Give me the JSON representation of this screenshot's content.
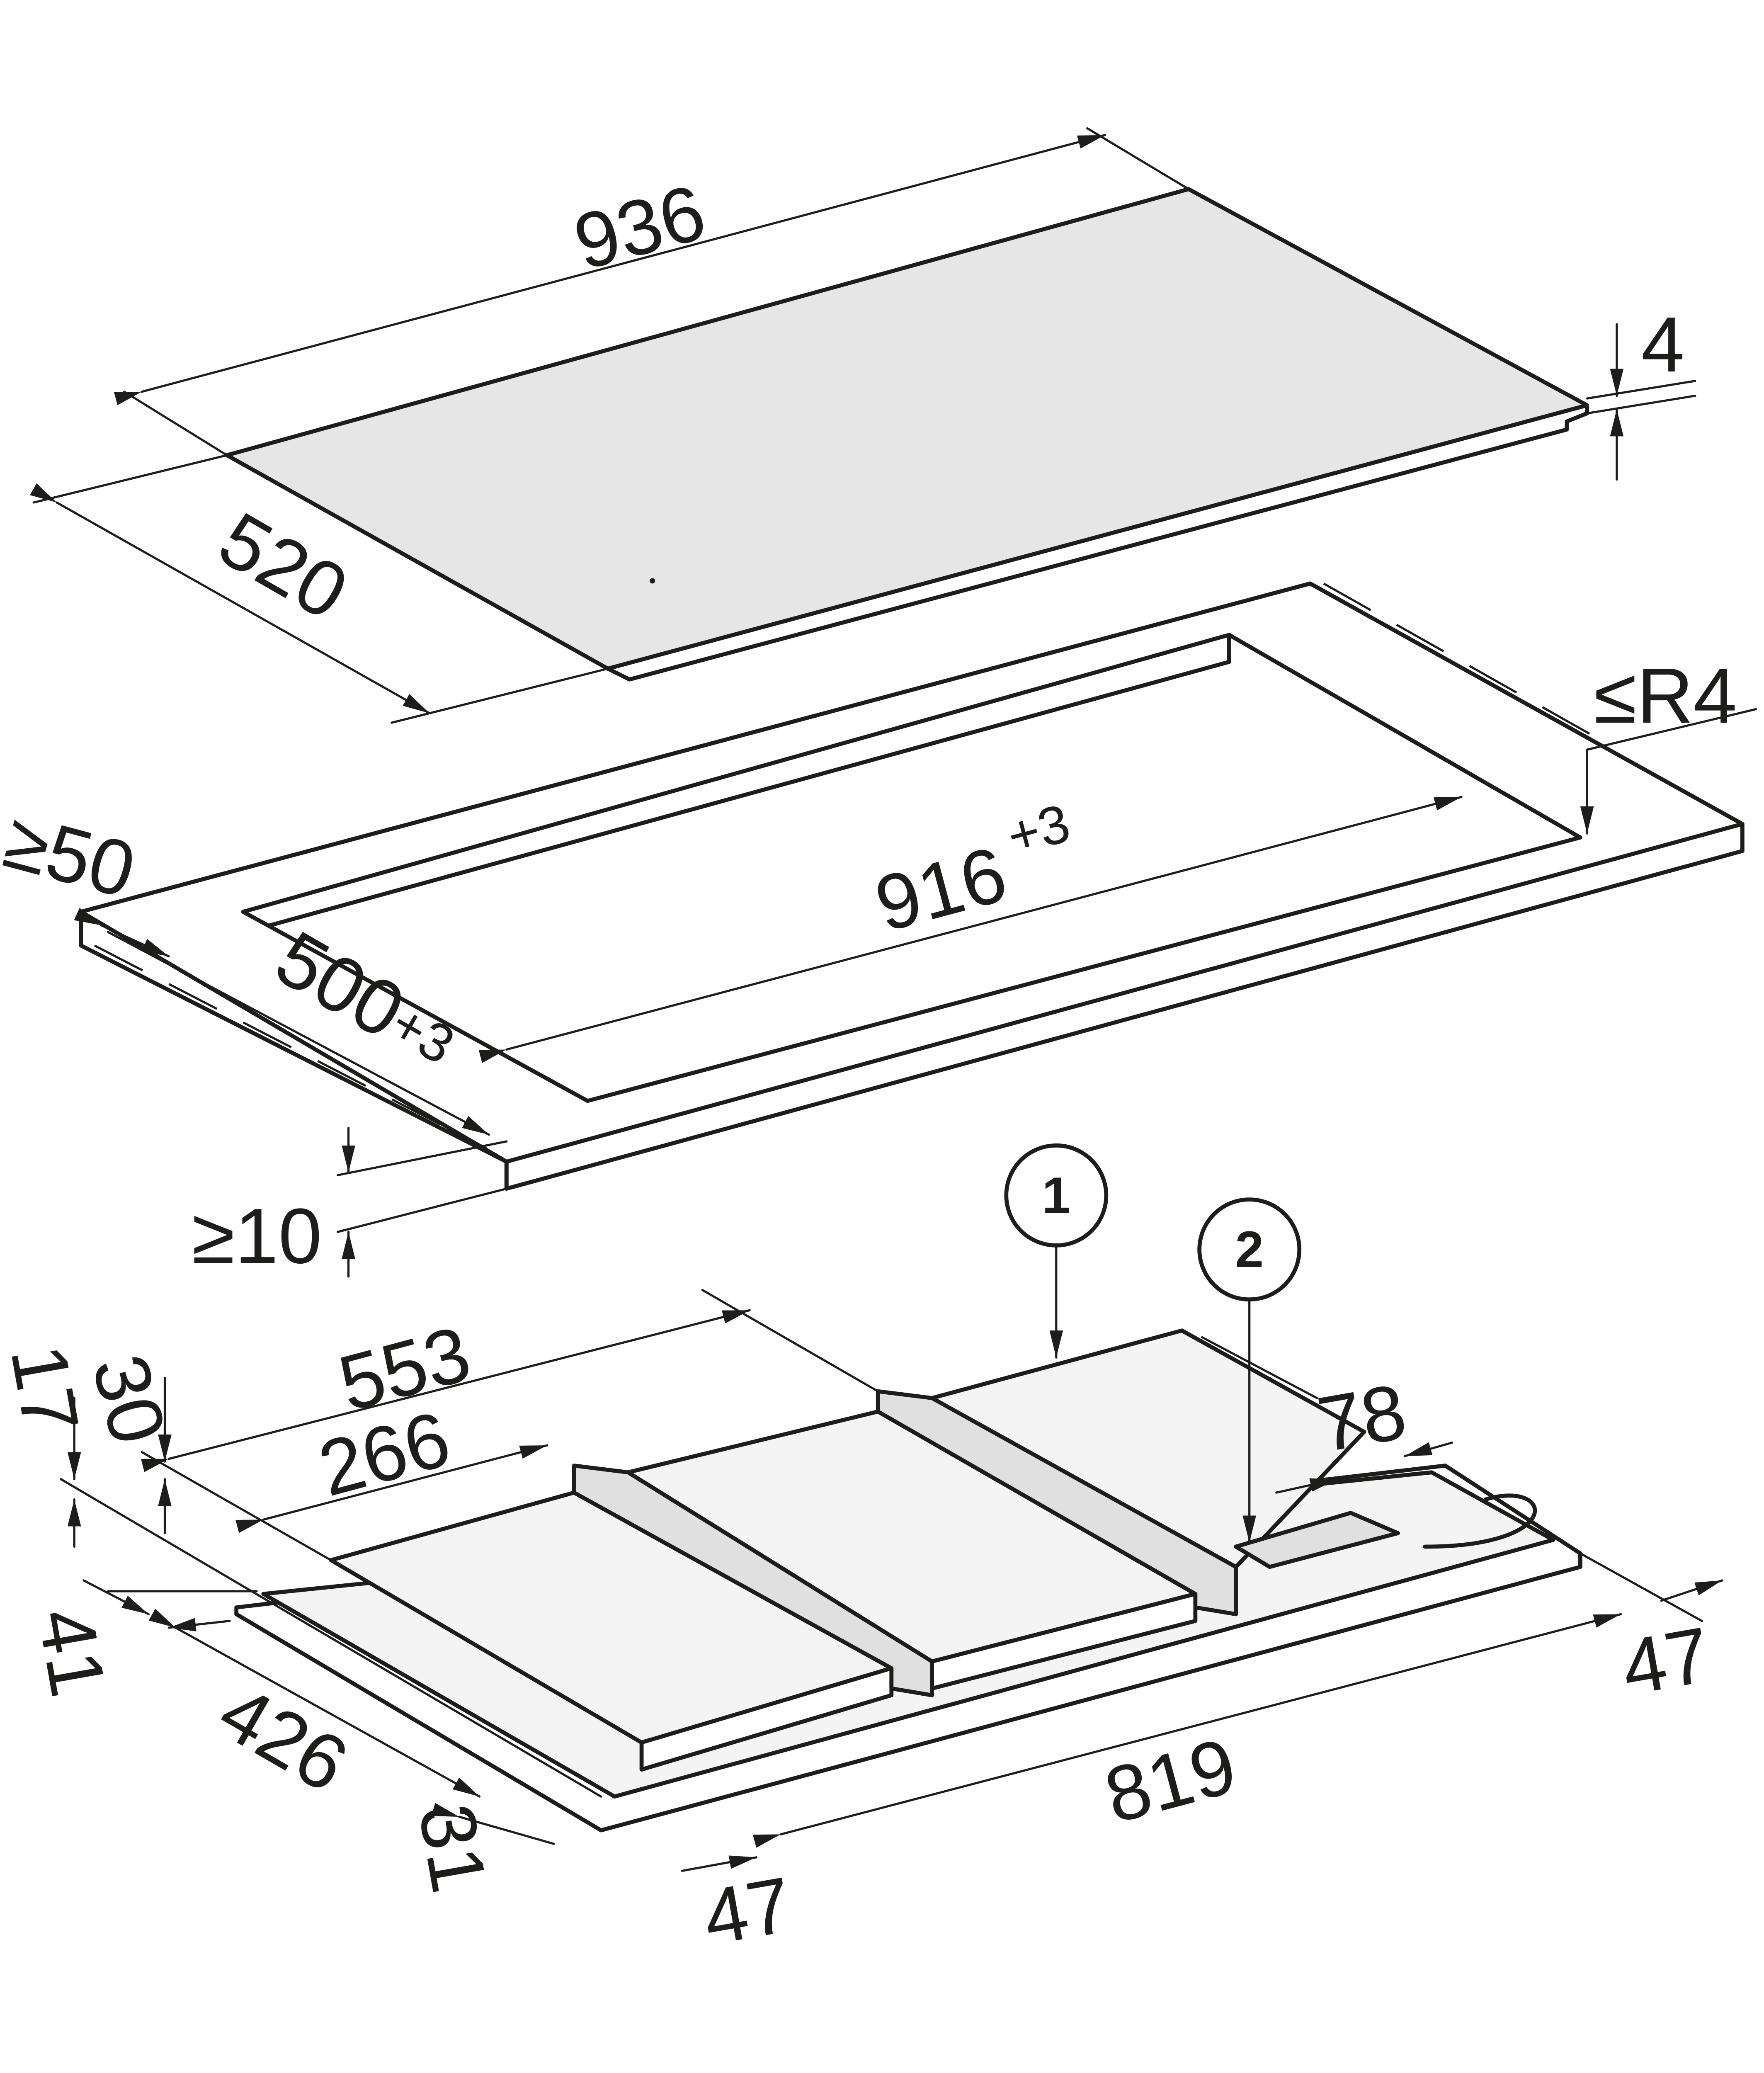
{
  "colors": {
    "line": "#1d1d1b",
    "glass": "#e6e6e6",
    "surface": "#f4f4f4",
    "shade": "#e0e0e0"
  },
  "glass_top": {
    "width": "936",
    "depth": "520",
    "thickness": "4"
  },
  "cutout": {
    "width": "916",
    "width_tol": "+3",
    "depth": "500",
    "depth_tol": "+3",
    "edge_min": "≥50",
    "radius": "≤R4",
    "front_min": "≥10"
  },
  "underside": {
    "d553": "553",
    "d266": "266",
    "d30": "30",
    "d17": "17",
    "d41": "41",
    "d426": "426",
    "d31": "31",
    "d47_front": "47",
    "d819": "819",
    "d47_right": "47",
    "d78": "78"
  },
  "callouts": [
    "1",
    "2"
  ]
}
